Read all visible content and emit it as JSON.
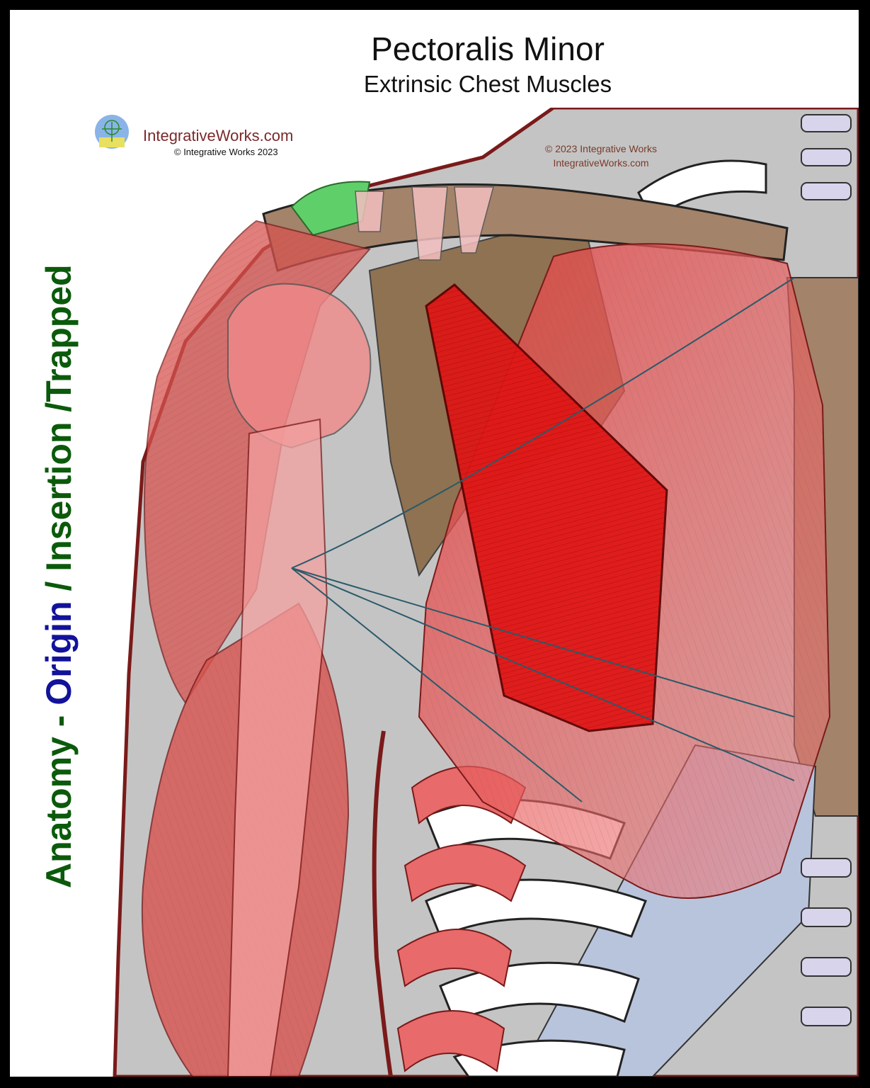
{
  "header": {
    "title": "Pectoralis Minor",
    "subtitle": "Extrinsic Chest Muscles"
  },
  "side_label": {
    "part_anatomy": "Anatomy - ",
    "part_origin": "Origin",
    "part_sep": " / ",
    "part_insertion": "Insertion",
    "part_trapped": " /Trapped"
  },
  "branding": {
    "site_name": "IntegrativeWorks.com",
    "site_copyright": "© Integrative Works 2023",
    "watermark_line1": "© 2023 Integrative Works",
    "watermark_line2": "IntegrativeWorks.com",
    "logo_text": "IntegrativeWorks.com"
  },
  "colors": {
    "frame": "#000000",
    "background_gray": "#c4c4c4",
    "skin_outline": "#7a1a1a",
    "muscle_fill": "#d9534f",
    "target_muscle": "#e01515",
    "bone_brown": "#a3836a",
    "costal_cartilage": "#b8c4dc",
    "insertion_green": "#5fcf6a",
    "label_green": "#0b5a0b",
    "label_blue": "#12129a"
  }
}
